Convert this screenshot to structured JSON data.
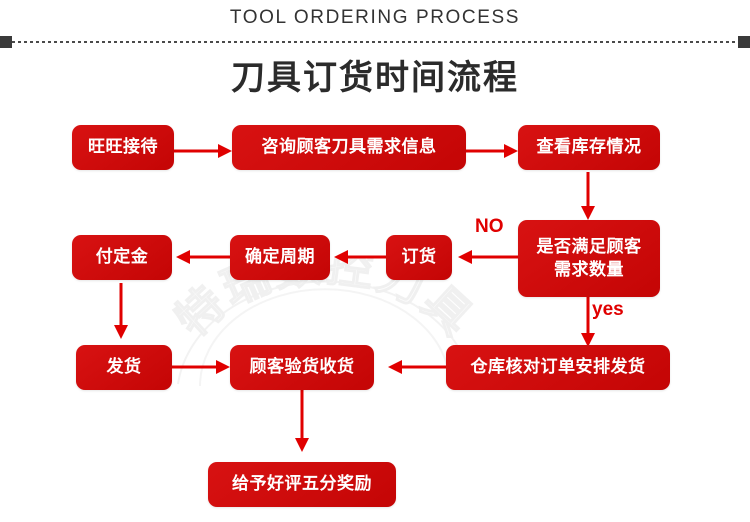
{
  "header": {
    "english_title": "TOOL ORDERING PROCESS",
    "chinese_title": "刀具订货时间流程"
  },
  "watermark": {
    "text": "特瑞数控刀具"
  },
  "colors": {
    "node_red": "#CF0A0A",
    "arrow_red": "#E00000",
    "title_dark": "#2B2B2B",
    "divider_dark": "#3A3A3A",
    "background": "#FFFFFF"
  },
  "flow": {
    "nodes": [
      {
        "id": "n1",
        "label": "旺旺接待"
      },
      {
        "id": "n2",
        "label": "咨询顾客刀具需求信息"
      },
      {
        "id": "n3",
        "label": "查看库存情况"
      },
      {
        "id": "n4",
        "label": "是否满足顾客需求数量",
        "line1": "是否满足顾客",
        "line2": "需求数量"
      },
      {
        "id": "n5",
        "label": "订货"
      },
      {
        "id": "n6",
        "label": "确定周期"
      },
      {
        "id": "n7",
        "label": "付定金"
      },
      {
        "id": "n8",
        "label": "发货"
      },
      {
        "id": "n9",
        "label": "顾客验货收货"
      },
      {
        "id": "n10",
        "label": "仓库核对订单安排发货"
      },
      {
        "id": "n11",
        "label": "给予好评五分奖励"
      }
    ],
    "edge_labels": {
      "no": "NO",
      "yes": "yes"
    },
    "edges": [
      {
        "from": "n1",
        "to": "n2",
        "label": ""
      },
      {
        "from": "n2",
        "to": "n3",
        "label": ""
      },
      {
        "from": "n3",
        "to": "n4",
        "label": ""
      },
      {
        "from": "n4",
        "to": "n5",
        "label": "NO"
      },
      {
        "from": "n5",
        "to": "n6",
        "label": ""
      },
      {
        "from": "n6",
        "to": "n7",
        "label": ""
      },
      {
        "from": "n7",
        "to": "n8",
        "label": ""
      },
      {
        "from": "n8",
        "to": "n9",
        "label": ""
      },
      {
        "from": "n4",
        "to": "n10",
        "label": "yes"
      },
      {
        "from": "n10",
        "to": "n9",
        "label": ""
      },
      {
        "from": "n9",
        "to": "n11",
        "label": ""
      }
    ]
  }
}
